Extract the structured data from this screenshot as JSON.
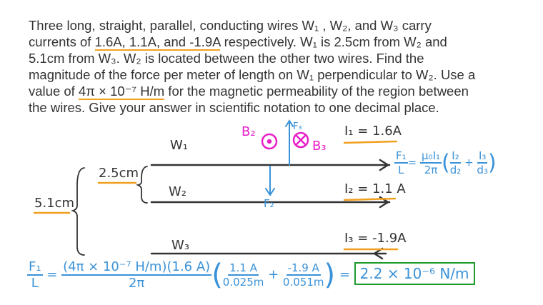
{
  "question": {
    "lines": [
      "Three long, straight, parallel, conducting wires W₁ , W₂, and W₃ carry",
      "currents of ",
      "1.6A, 1.1A, and -1.9A",
      " respectively. W₁ is 2.5cm from W₂ and",
      "5.1cm from W₃. W₂ is located between the other two wires. Find the",
      "magnitude of the force per meter of length on W₁ perpendicular to W₂. Use a",
      "value of ",
      "4π × 10⁻⁷ H/m",
      " for the magnetic permeability of the region between",
      "the wires. Give your answer in scientific notation to one decimal place."
    ]
  },
  "diagram": {
    "wires": [
      {
        "label": "W₁",
        "current": "I₁ = 1.6A",
        "direction": "right"
      },
      {
        "label": "W₂",
        "current": "I₂ = 1.1 A",
        "direction": "right"
      },
      {
        "label": "W₃",
        "current": "I₃ = -1.9A",
        "direction": "left"
      }
    ],
    "distance_12": "2.5cm",
    "distance_13": "5.1cm",
    "B2": "B₂",
    "B3": "B₃",
    "F2": "F₂",
    "F3": "F₃",
    "formula": {
      "lhs_num": "F₁",
      "lhs_den": "L",
      "eq": "=",
      "coef_num": "μ₀I₁",
      "coef_den": "2π",
      "t1_num": "I₂",
      "t1_den": "d₂",
      "plus": "+",
      "t2_num": "I₃",
      "t2_den": "d₃"
    }
  },
  "solution": {
    "lhs_num": "F₁",
    "lhs_den": "L",
    "eq": "=",
    "coef_num": "(4π × 10⁻⁷ H/m)(1.6 A)",
    "coef_den": "2π",
    "t1_num": "1.1 A",
    "t1_den": "0.025m",
    "plus": "+",
    "t2_num": "-1.9 A",
    "t2_den": "0.051m",
    "eq2": "=",
    "answer": "2.2 × 10⁻⁶ N/m"
  },
  "colors": {
    "ink": "#333333",
    "blue": "#3a92d8",
    "magenta": "#e81ec8",
    "orange": "#f0a020",
    "green": "#1d9a2a"
  }
}
